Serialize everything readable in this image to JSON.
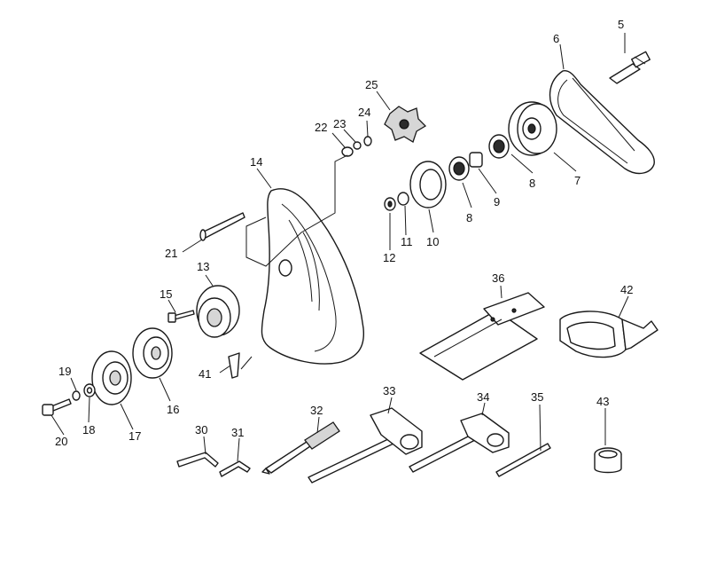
{
  "diagram": {
    "type": "exploded-parts-view",
    "callouts": [
      {
        "id": "c5",
        "label": "5"
      },
      {
        "id": "c6",
        "label": "6"
      },
      {
        "id": "c7",
        "label": "7"
      },
      {
        "id": "c8a",
        "label": "8"
      },
      {
        "id": "c8b",
        "label": "8"
      },
      {
        "id": "c9",
        "label": "9"
      },
      {
        "id": "c10",
        "label": "10"
      },
      {
        "id": "c11",
        "label": "11"
      },
      {
        "id": "c12",
        "label": "12"
      },
      {
        "id": "c13",
        "label": "13"
      },
      {
        "id": "c14",
        "label": "14"
      },
      {
        "id": "c15",
        "label": "15"
      },
      {
        "id": "c16",
        "label": "16"
      },
      {
        "id": "c17",
        "label": "17"
      },
      {
        "id": "c18",
        "label": "18"
      },
      {
        "id": "c19",
        "label": "19"
      },
      {
        "id": "c20",
        "label": "20"
      },
      {
        "id": "c21",
        "label": "21"
      },
      {
        "id": "c22",
        "label": "22"
      },
      {
        "id": "c23",
        "label": "23"
      },
      {
        "id": "c24",
        "label": "24"
      },
      {
        "id": "c25",
        "label": "25"
      },
      {
        "id": "c30",
        "label": "30"
      },
      {
        "id": "c31",
        "label": "31"
      },
      {
        "id": "c32",
        "label": "32"
      },
      {
        "id": "c33",
        "label": "33"
      },
      {
        "id": "c34",
        "label": "34"
      },
      {
        "id": "c35",
        "label": "35"
      },
      {
        "id": "c36",
        "label": "36"
      },
      {
        "id": "c41",
        "label": "41"
      },
      {
        "id": "c42",
        "label": "42"
      },
      {
        "id": "c43",
        "label": "43"
      }
    ]
  }
}
